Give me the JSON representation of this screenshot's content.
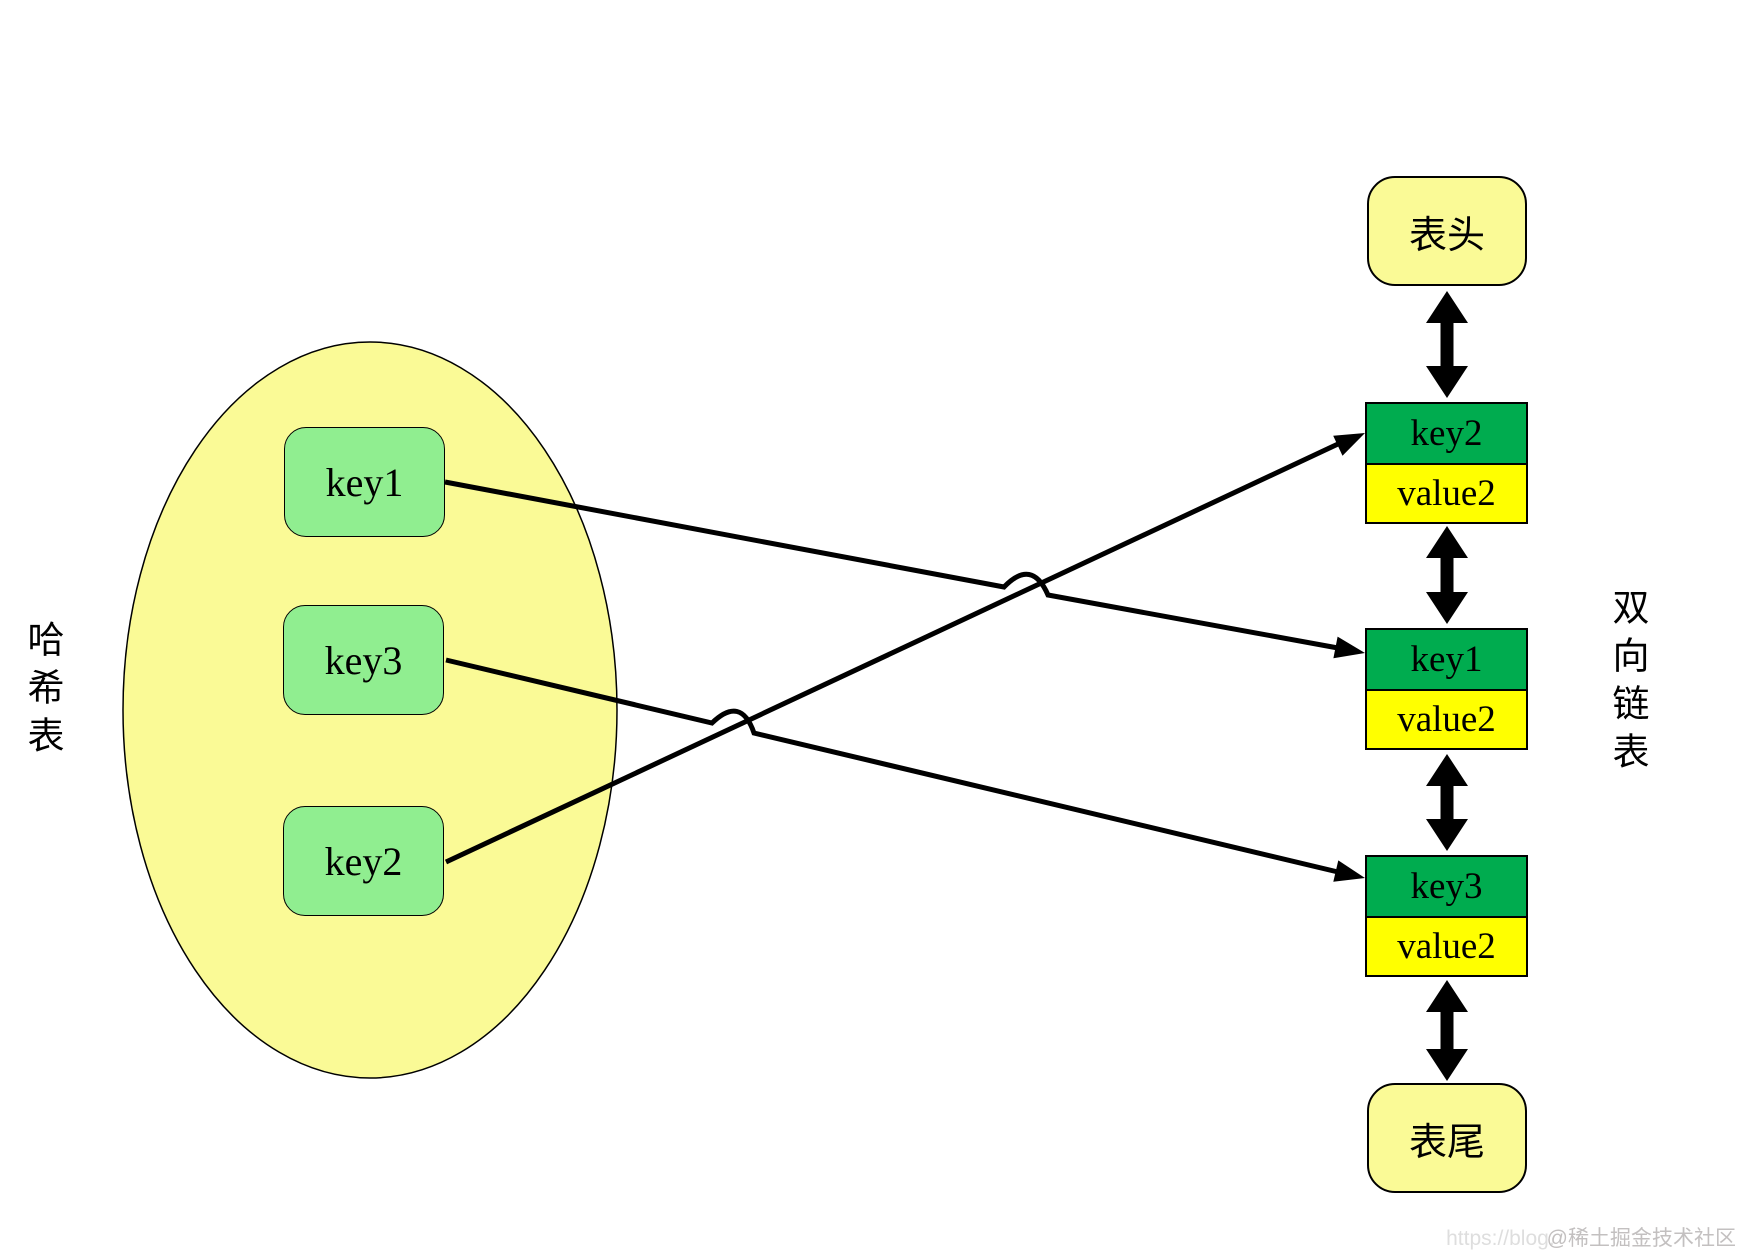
{
  "diagram_title": "hash-table-mapped-to-doubly-linked-list",
  "colors": {
    "ellipse_fill": "#fafa96",
    "hash_key_fill": "#90ee90",
    "node_key_fill": "#00ac4f",
    "node_value_fill": "#ffff00",
    "head_tail_fill": "#fafa96",
    "line_color": "#000000"
  },
  "hash_table": {
    "label": "哈希表",
    "keys": [
      {
        "label": "key1"
      },
      {
        "label": "key3"
      },
      {
        "label": "key2"
      }
    ]
  },
  "linked_list": {
    "label": "双向链表",
    "head": "表头",
    "tail": "表尾",
    "nodes": [
      {
        "key": "key2",
        "value": "value2"
      },
      {
        "key": "key1",
        "value": "value2"
      },
      {
        "key": "key3",
        "value": "value2"
      }
    ]
  },
  "edges": [
    {
      "from": "key1",
      "to": "key1-node"
    },
    {
      "from": "key2",
      "to": "key2-node"
    },
    {
      "from": "key3",
      "to": "key3-node"
    }
  ],
  "watermark": {
    "url_text": "https://blog.",
    "handle": "@稀土掘金技术社区"
  }
}
